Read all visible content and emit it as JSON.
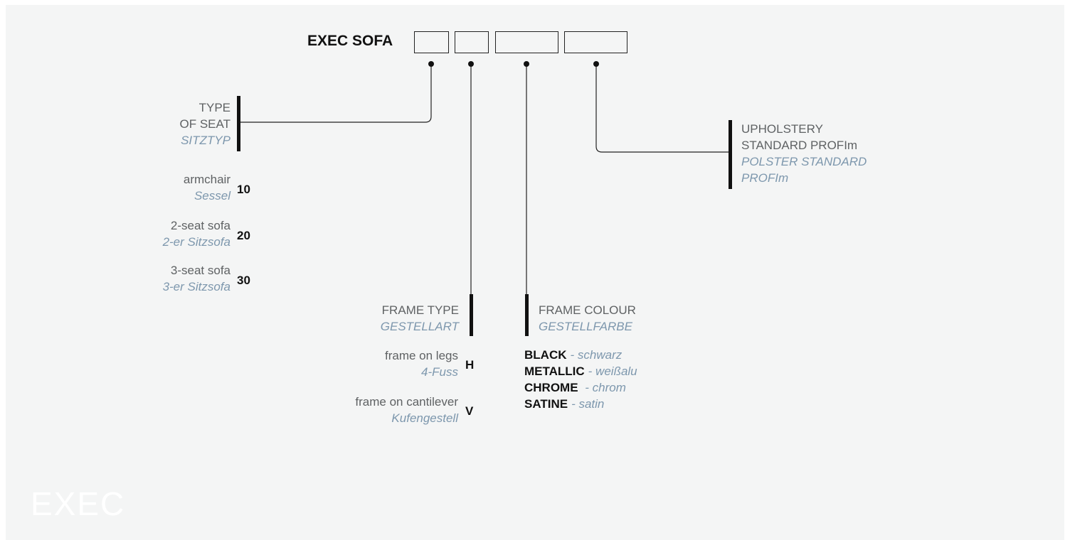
{
  "title": "EXEC SOFA",
  "seat": {
    "label_line1": "TYPE",
    "label_line2": "OF SEAT",
    "label_de": "SITZTYP",
    "options": [
      {
        "en": "armchair",
        "de": "Sessel",
        "code": "10"
      },
      {
        "en": "2-seat sofa",
        "de": "2-er Sitzsofa",
        "code": "20"
      },
      {
        "en": "3-seat sofa",
        "de": "3-er Sitzsofa",
        "code": "30"
      }
    ]
  },
  "frame_type": {
    "label": "FRAME TYPE",
    "label_de": "GESTELLART",
    "options": [
      {
        "en": "frame on legs",
        "de": "4-Fuss",
        "code": "H"
      },
      {
        "en": "frame on cantilever",
        "de": "Kufengestell",
        "code": "V"
      }
    ]
  },
  "frame_colour": {
    "label": "FRAME COLOUR",
    "label_de": "GESTELLFARBE",
    "options": [
      {
        "en": "BLACK",
        "de": "- schwarz"
      },
      {
        "en": "METALLIC",
        "de": "- weißalu"
      },
      {
        "en": "CHROME",
        "de": " - chrom"
      },
      {
        "en": "SATINE",
        "de": "- satin"
      }
    ]
  },
  "upholstery": {
    "label_line1": "UPHOLSTERY",
    "label_line2": "STANDARD PROFIm",
    "label_de_line1": "POLSTER STANDARD",
    "label_de_line2": "PROFIm"
  },
  "logo": "EXEC",
  "colors": {
    "background": "#f4f5f5",
    "text_grey": "#5f6264",
    "text_blue": "#7d97ad",
    "ink": "#111111",
    "logo": "#ffffff"
  }
}
